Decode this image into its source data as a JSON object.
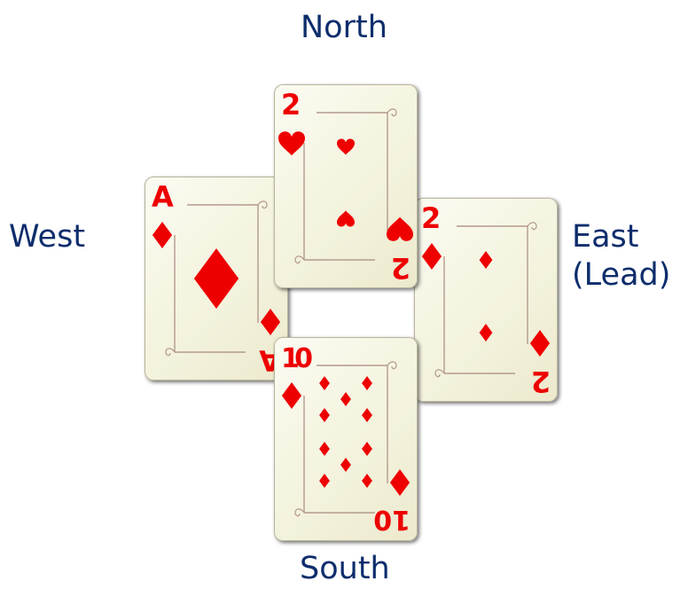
{
  "seats": {
    "north": {
      "label": "North"
    },
    "west": {
      "label": "West"
    },
    "east": {
      "label": "East",
      "status": "(Lead)"
    },
    "south": {
      "label": "South"
    }
  },
  "played_cards": {
    "west": {
      "rank": "A",
      "suit": "diamond",
      "suit_icon": "diamond-icon"
    },
    "north": {
      "rank": "2",
      "suit": "heart",
      "suit_icon": "heart-icon"
    },
    "east": {
      "rank": "2",
      "suit": "diamond",
      "suit_icon": "diamond-icon"
    },
    "south": {
      "rank": "10",
      "suit": "diamond",
      "suit_icon": "diamond-icon"
    }
  },
  "colors": {
    "seat_text": "#0d2d6c",
    "suit_red": "#ee0000",
    "card_face": "#f6f5e3",
    "frame_brown": "#b39a8e"
  }
}
